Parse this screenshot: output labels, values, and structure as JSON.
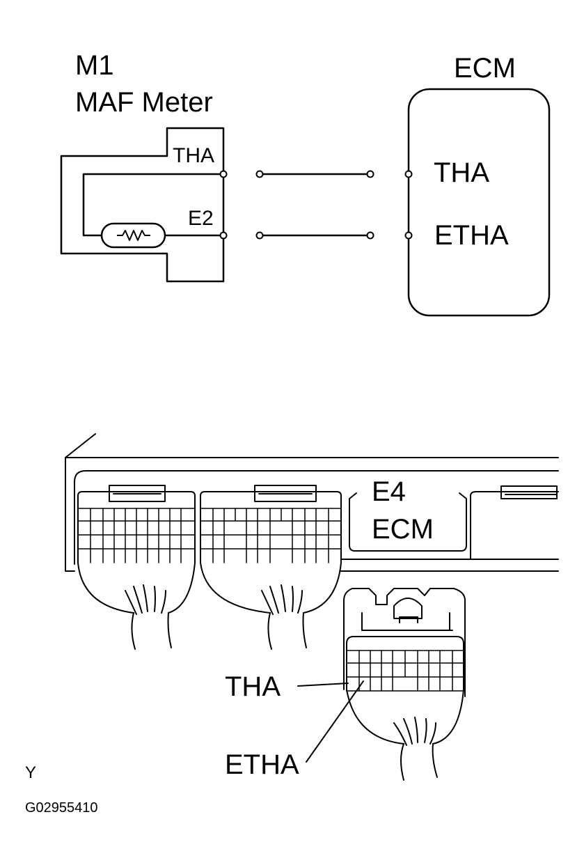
{
  "schematic": {
    "sensor_code": "M1",
    "sensor_name": "MAF Meter",
    "sensor_pin_tha": "THA",
    "sensor_pin_e2": "E2",
    "ecm_title": "ECM",
    "ecm_pin_tha": "THA",
    "ecm_pin_etha": "ETHA"
  },
  "connector_view": {
    "connector_code": "E4",
    "connector_unit": "ECM",
    "callout_tha": "THA",
    "callout_etha": "ETHA"
  },
  "footer": {
    "view_letter": "Y",
    "figure_id": "G02955410"
  }
}
